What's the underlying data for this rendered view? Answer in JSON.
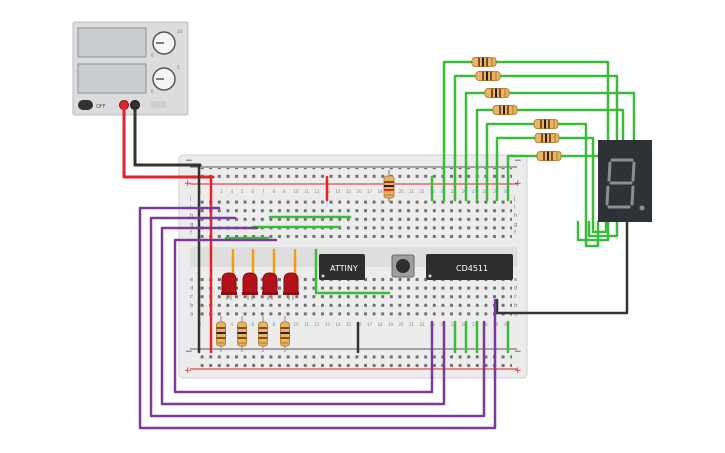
{
  "power_supply": {
    "switch_label": "OFF",
    "knob1_min": "0",
    "knob1_max": "24",
    "knob2_min": "0",
    "knob2_max": "5"
  },
  "breadboard": {
    "plus_sign": "+",
    "minus_sign": "−",
    "row_labels_top": [
      "j",
      "i",
      "h",
      "g",
      "f"
    ],
    "row_labels_bottom": [
      "e",
      "d",
      "c",
      "b",
      "a"
    ],
    "column_numbers": [
      "1",
      "2",
      "3",
      "4",
      "5",
      "6",
      "7",
      "8",
      "9",
      "10",
      "11",
      "12",
      "13",
      "14",
      "15",
      "16",
      "17",
      "18",
      "19",
      "20",
      "21",
      "22",
      "23",
      "24",
      "25",
      "26",
      "27",
      "28",
      "29",
      "30"
    ]
  },
  "chips": {
    "attiny_label": "ATTINY",
    "cd4511_label": "CD4511"
  },
  "display": {
    "digit": "8."
  },
  "colors": {
    "wire_red": "#e0242a",
    "wire_black": "#333333",
    "wire_green": "#3cba3c",
    "wire_purple": "#7a3a9a",
    "wire_orange": "#f29b16",
    "led_red": "#b3121b",
    "resistor_body": "#e8b466",
    "chip": "#2d2d2d"
  }
}
